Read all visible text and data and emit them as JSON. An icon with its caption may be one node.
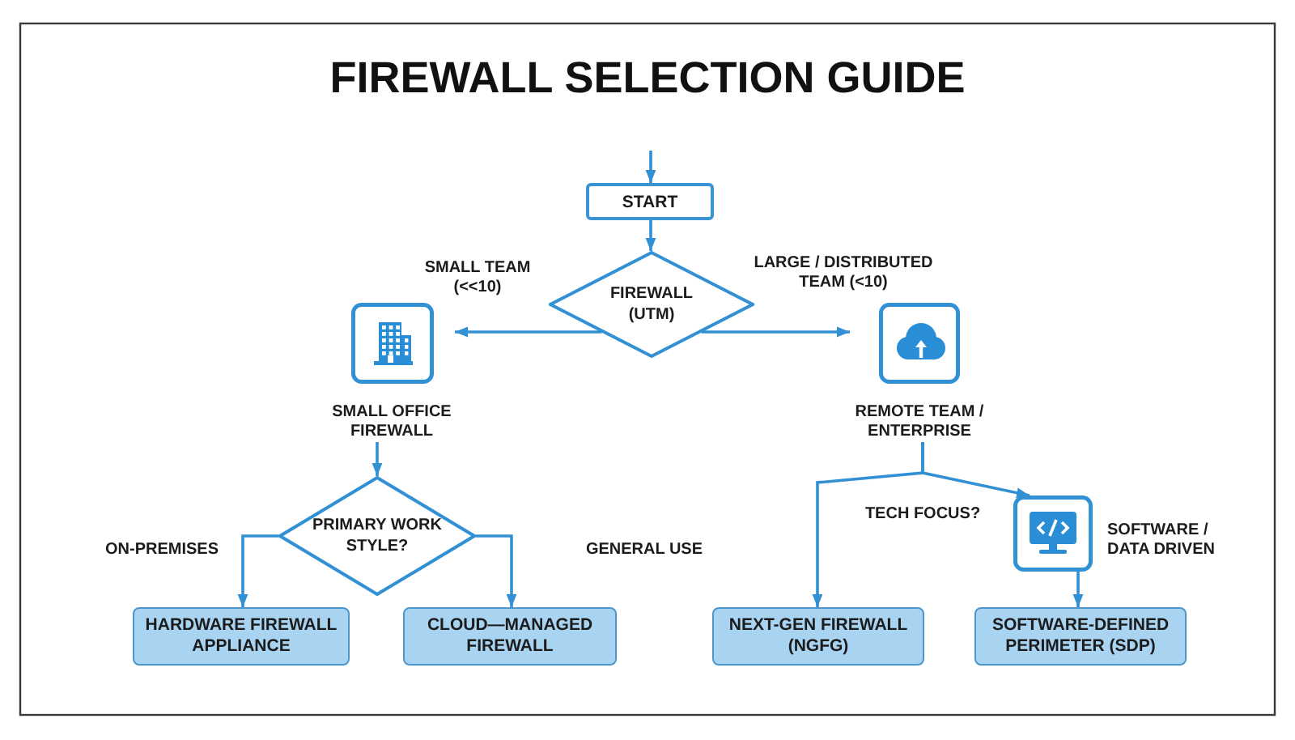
{
  "diagram": {
    "title": "FIREWALL SELECTION GUIDE",
    "nodes": [
      {
        "text": [
          "START"
        ]
      },
      {
        "text": [
          "FIREWALL (UTM)"
        ]
      },
      {
        "text": [
          "SMALL OFFICE FIREWALL"
        ]
      },
      {
        "text": [
          "REMOTE TEAM / ENTERPRISE"
        ]
      },
      {
        "text": [
          "PRIMARY WORK STYLE?"
        ]
      },
      {
        "text": [],
        "shape": "box",
        "beside": [
          "SOFTWARE / DATA DRIVEN"
        ]
      },
      {
        "text": [
          "HARDWARE FIREWALL APPLIANCE"
        ]
      },
      {
        "text": [
          "CLOUD—MANAGED FIREWALL"
        ]
      },
      {
        "text": [
          "NEXT-GEN FIREWALL (NGFG)"
        ]
      },
      {
        "text": [
          "SOFTWARE-DEFINED PERIMETER (SDP)"
        ]
      }
    ],
    "edges": [
      {
        "from": null,
        "to": 0,
        "arrow": "to"
      },
      {
        "from": 0,
        "to": 1,
        "arrow": "to"
      },
      {
        "from": 1,
        "to": 2,
        "arrow": "to",
        "label": "SMALL TEAM (<<10)"
      },
      {
        "from": 1,
        "to": 3,
        "arrow": "to",
        "label": "LARGE / DISTRIBUTED TEAM (<10)"
      },
      {
        "from": 2,
        "to": 4,
        "arrow": "to"
      },
      {
        "from": 4,
        "to": 6,
        "arrow": "to",
        "label": "ON-PREMISES"
      },
      {
        "from": 4,
        "to": 7,
        "arrow": "to",
        "label": "GENERAL USE"
      },
      {
        "from": 3,
        "to": 8,
        "arrow": "to",
        "label": "TECH FOCUS?"
      },
      {
        "from": 3,
        "to": 5,
        "arrow": "to"
      },
      {
        "from": 5,
        "to": 9,
        "arrow": "to"
      }
    ]
  }
}
